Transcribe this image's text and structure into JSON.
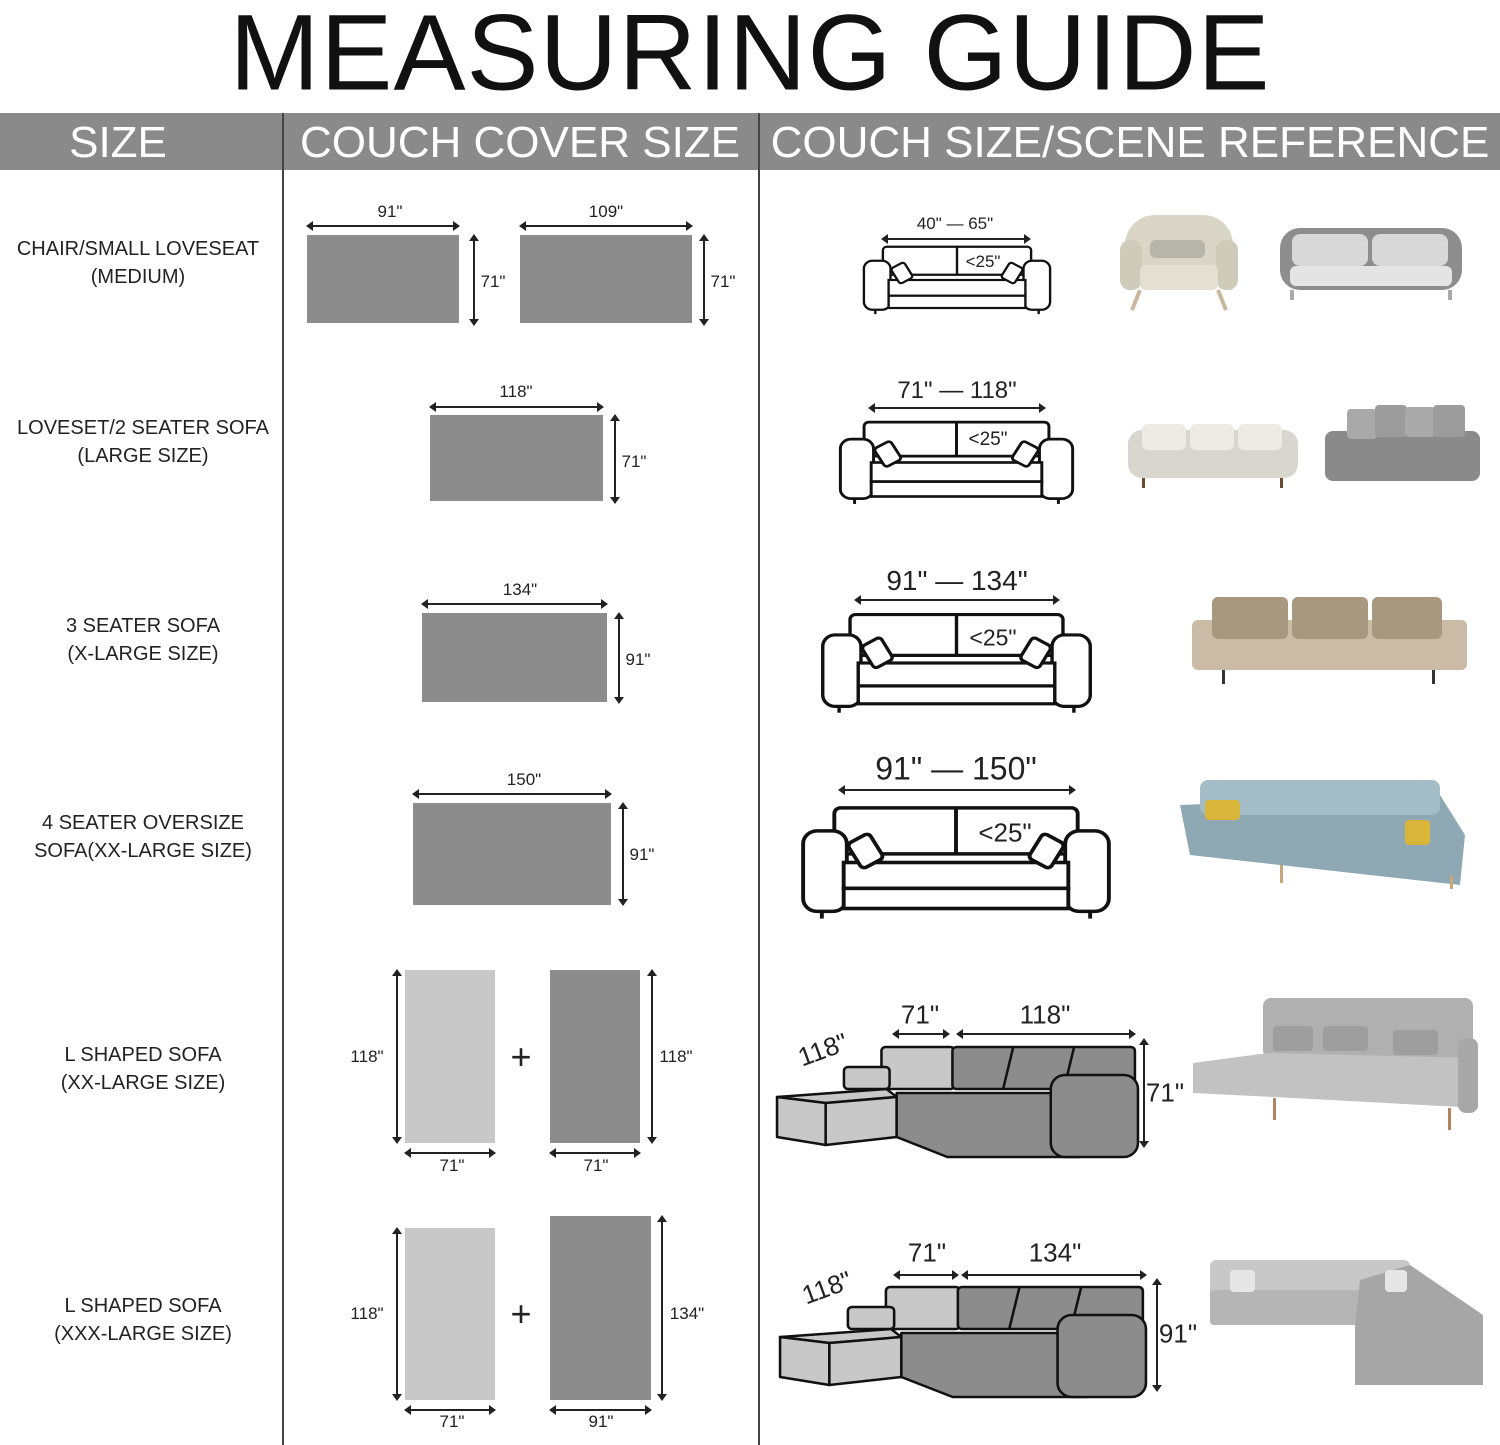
{
  "title": "MEASURING GUIDE",
  "header": {
    "size": "SIZE",
    "cover": "COUCH COVER SIZE",
    "reference": "COUCH SIZE/SCENE REFERENCE"
  },
  "rows": [
    {
      "size": [
        "CHAIR/SMALL LOVESEAT",
        "(MEDIUM)"
      ],
      "covers": [
        {
          "width": "91\"",
          "height": "71\""
        },
        {
          "width": "109\"",
          "height": "71\""
        }
      ],
      "couch": {
        "range": "40\" — 65\"",
        "depth": "<25\""
      }
    },
    {
      "size": [
        "LOVESET/2 SEATER SOFA",
        "(LARGE SIZE)"
      ],
      "covers": [
        {
          "width": "118\"",
          "height": "71\""
        }
      ],
      "couch": {
        "range": "71\" — 118\"",
        "depth": "<25\""
      }
    },
    {
      "size": [
        "3 SEATER SOFA",
        "(X-LARGE SIZE)"
      ],
      "covers": [
        {
          "width": "134\"",
          "height": "91\""
        }
      ],
      "couch": {
        "range": "91\" — 134\"",
        "depth": "<25\""
      }
    },
    {
      "size": [
        "4 SEATER OVERSIZE",
        "SOFA(XX-LARGE SIZE)"
      ],
      "covers": [
        {
          "width": "150\"",
          "height": "91\""
        }
      ],
      "couch": {
        "range": "91\" — 150\"",
        "depth": "<25\""
      }
    },
    {
      "size": [
        "L SHAPED SOFA",
        "(XX-LARGE SIZE)"
      ],
      "covers": [
        {
          "width": "71\"",
          "height": "118\""
        },
        {
          "width": "71\"",
          "height": "118\""
        }
      ],
      "plus": "+",
      "couch": {
        "chaise": "118\"",
        "seat": "71\"",
        "length": "118\"",
        "height": "71\""
      }
    },
    {
      "size": [
        "L SHAPED SOFA",
        "(XXX-LARGE SIZE)"
      ],
      "covers": [
        {
          "width": "71\"",
          "height": "118\""
        },
        {
          "width": "91\"",
          "height": "134\""
        }
      ],
      "plus": "+",
      "couch": {
        "chaise": "118\"",
        "seat": "71\"",
        "length": "134\"",
        "height": "91\""
      }
    }
  ],
  "colors": {
    "header": "#8a8a8a",
    "cover_dark": "#8c8c8c",
    "cover_light": "#c8c8c8"
  }
}
